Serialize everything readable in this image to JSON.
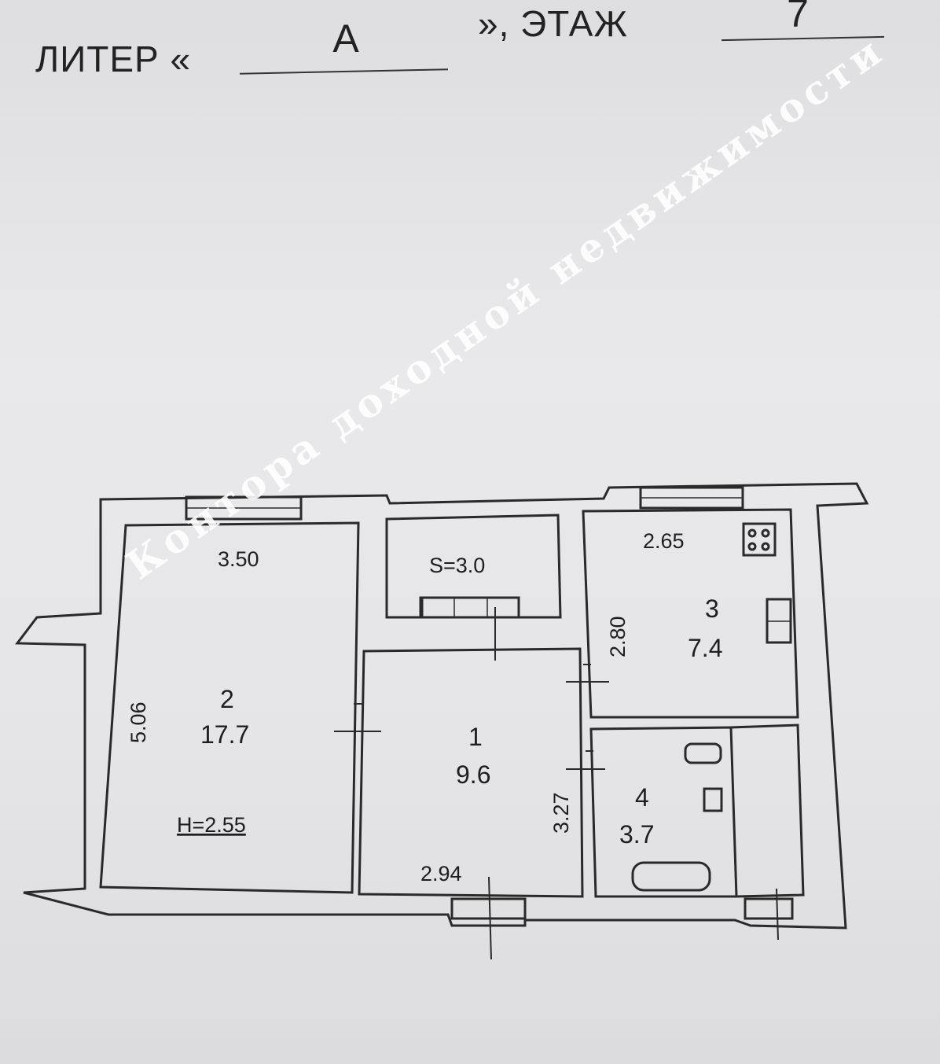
{
  "header": {
    "liter_label": "ЛИТЕР «",
    "liter_value": "А",
    "floor_label": "», ЭТАЖ",
    "floor_value": "7"
  },
  "plan": {
    "rooms": [
      {
        "number": "1",
        "area": "9.6"
      },
      {
        "number": "2",
        "area": "17.7"
      },
      {
        "number": "3",
        "area": "7.4"
      },
      {
        "number": "4",
        "area": "3.7"
      }
    ],
    "balcony_area": "S=3.0",
    "ceiling_height": "H=2.55",
    "dimensions": {
      "room2_width": "3.50",
      "room2_length": "5.06",
      "room1_width": "2.94",
      "room1_length": "3.27",
      "room3_width": "2.65",
      "room3_length": "2.80"
    }
  },
  "watermark": "Контора доходной недвижимости",
  "colors": {
    "ink": "#1e1e1e",
    "paper": "#e6e6e8",
    "watermark": "#ffffff"
  }
}
